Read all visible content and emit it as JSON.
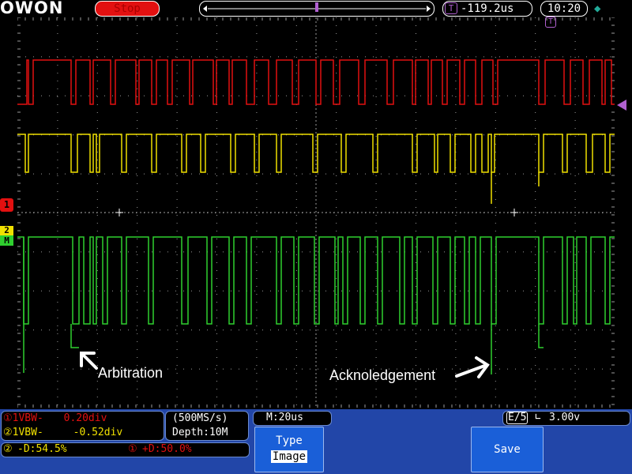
{
  "topbar": {
    "logo": "OWON",
    "status": "Stop",
    "trigger_position": "-119.2us",
    "time": "10:20"
  },
  "annotations": {
    "arbitration": "Arbitration",
    "acknowledgement": "Acknoledgement"
  },
  "markers": {
    "ch1": "1",
    "ch2": "2",
    "math": "M"
  },
  "panel": {
    "ch1_info": "1VBW-",
    "ch1_offset": "0.20div",
    "ch2_info": "1VBW-",
    "ch2_offset": "-0.52div",
    "sample_rate": "(500MS/s)",
    "depth": "Depth:10M",
    "ch2_duty": "-D:54.5%",
    "ch1_duty": "+D:50.0%",
    "timebase": "M:20us",
    "trigger_info": "E/5",
    "trigger_level": "3.00v",
    "type_label": "Type",
    "type_value": "Image",
    "save_label": "Save"
  },
  "colors": {
    "ch1": "#e21010",
    "ch2": "#f0e000",
    "math": "#2fcf2f",
    "panel": "#2246a8",
    "grid": "#9a9a9a"
  }
}
